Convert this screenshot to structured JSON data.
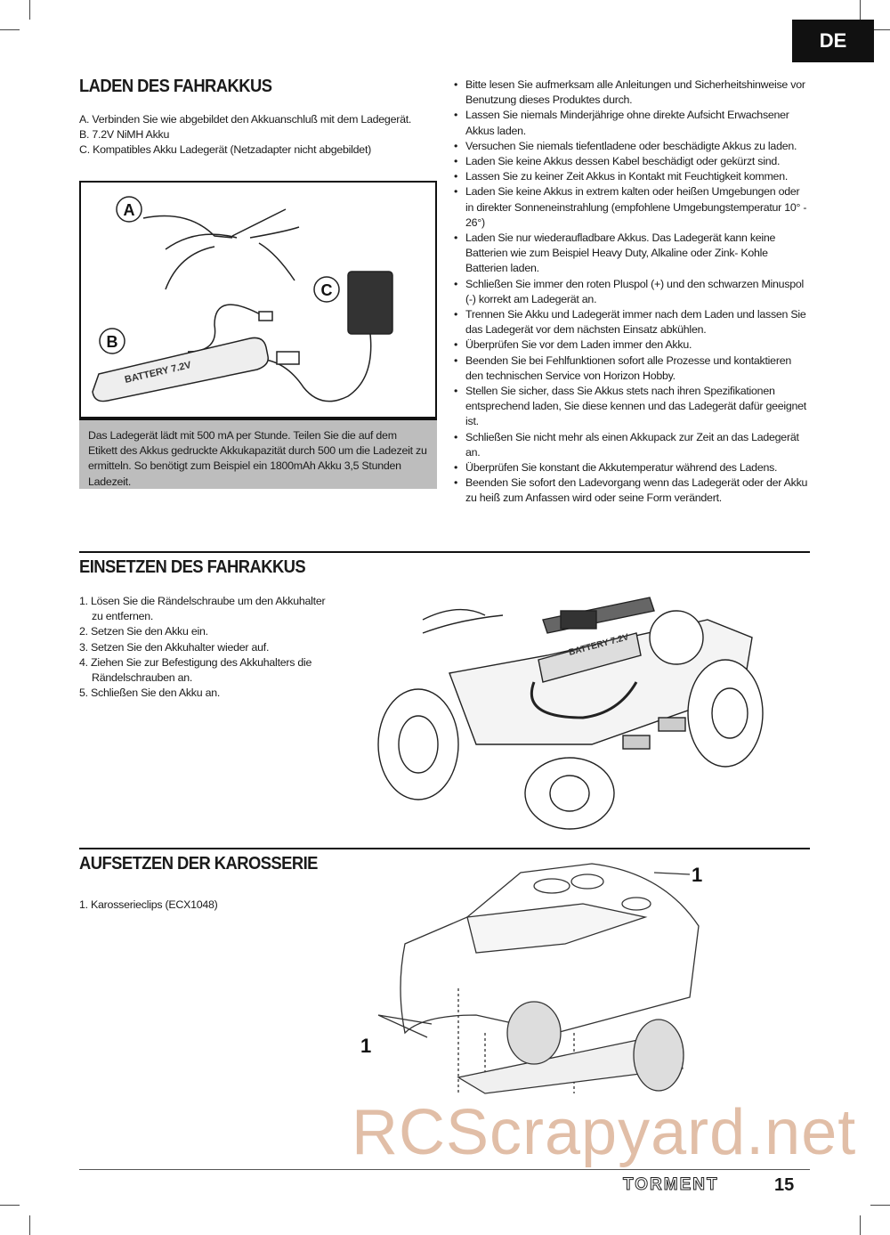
{
  "language_tab": "DE",
  "section1": {
    "heading": "LADEN DES FAHRAKKUS",
    "items": [
      "A. Verbinden Sie wie abgebildet den Akkuanschluß mit dem Ladegerät.",
      "B. 7.2V NiMH Akku",
      "C. Kompatibles Akku Ladegerät (Netzadapter nicht abgebildet)"
    ],
    "figure_labels": [
      "A",
      "B",
      "C"
    ],
    "battery_label": "BATTERY 7.2V",
    "note": "Das Ladegerät lädt mit 500 mA per Stunde. Teilen Sie die auf dem Etikett des Akkus gedruckte Akkukapazität durch 500 um die Ladezeit zu ermitteln. So benötigt zum  Beispiel ein 1800mAh Akku 3,5 Stunden Ladezeit.",
    "bullets": [
      "Bitte lesen Sie aufmerksam alle Anleitungen und Sicherheitshinweise vor Benutzung dieses Produktes durch.",
      "Lassen Sie niemals Minderjährige ohne direkte Aufsicht Erwachsener Akkus laden.",
      "Versuchen Sie niemals tiefentladene oder beschädigte Akkus zu laden.",
      "Laden Sie keine Akkus dessen Kabel beschädigt oder gekürzt sind.",
      "Lassen Sie zu keiner Zeit Akkus in Kontakt mit Feuchtigkeit kommen.",
      "Laden Sie keine Akkus in extrem kalten oder heißen Umgebungen oder in direkter Sonneneinstrahlung (empfohlene Umgebungstemperatur 10° - 26°)",
      "Laden Sie nur wiederaufladbare Akkus. Das Ladegerät kann keine Batterien wie zum Beispiel Heavy Duty, Alkaline oder Zink- Kohle Batterien laden.",
      "Schließen Sie immer den roten Pluspol (+) und den schwarzen Minuspol (-) korrekt am Ladegerät an.",
      "Trennen Sie Akku und Ladegerät immer nach dem Laden und lassen Sie das Ladegerät vor dem nächsten Einsatz abkühlen.",
      "Überprüfen Sie vor dem Laden immer den Akku.",
      "Beenden Sie bei Fehlfunktionen sofort alle Prozesse und kontaktieren den technischen Service von Horizon Hobby.",
      "Stellen Sie sicher, dass Sie Akkus stets nach ihren Spezifikationen entsprechend laden, Sie diese kennen und das Ladegerät dafür geeignet ist.",
      "Schließen Sie nicht mehr als einen Akkupack zur Zeit an das Ladegerät an.",
      "Überprüfen Sie konstant die Akkutemperatur während des Ladens.",
      "Beenden Sie sofort den Ladevorgang wenn das Ladegerät oder der Akku zu heiß zum Anfassen wird oder seine Form verändert."
    ]
  },
  "section2": {
    "heading": "EINSETZEN DES FAHRAKKUS",
    "steps": [
      "1. Lösen Sie die Rändelschraube um den Akkuhalter zu entfernen.",
      "2. Setzen Sie den Akku ein.",
      "3. Setzen Sie den Akkuhalter wieder auf.",
      "4. Ziehen Sie zur Befestigung des Akkuhalters die Rändelschrauben an.",
      "5. Schließen Sie den Akku an."
    ],
    "battery_label": "BATTERY 7.2V"
  },
  "section3": {
    "heading": "AUFSETZEN DER KAROSSERIE",
    "steps": [
      "1. Karosserieclips (ECX1048)"
    ],
    "callout": "1"
  },
  "footer": {
    "brand": "TORMENT",
    "page_number": "15",
    "watermark": "RCScrapyard.net"
  }
}
